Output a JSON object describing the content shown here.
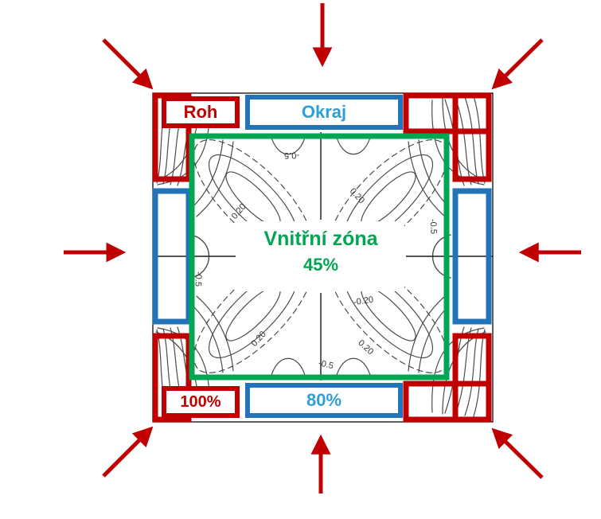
{
  "colors": {
    "red": "#c00000",
    "blue": "#2373b9",
    "blue_text": "#2d9fd8",
    "green": "#00a651",
    "contour": "#4a4a4a",
    "plot_border": "#1a1a1a"
  },
  "zones": {
    "corner": {
      "label": "Roh",
      "value": "100%"
    },
    "edge": {
      "label": "Okraj",
      "value": "80%"
    },
    "inner": {
      "label": "Vnitřní zóna",
      "value": "45%"
    }
  },
  "contours": {
    "labels": [
      "0.20",
      "-0.5",
      "0.20",
      "-0.5",
      "-0.5",
      "0.20",
      "-0.20",
      "0.20",
      "-0.5"
    ]
  }
}
